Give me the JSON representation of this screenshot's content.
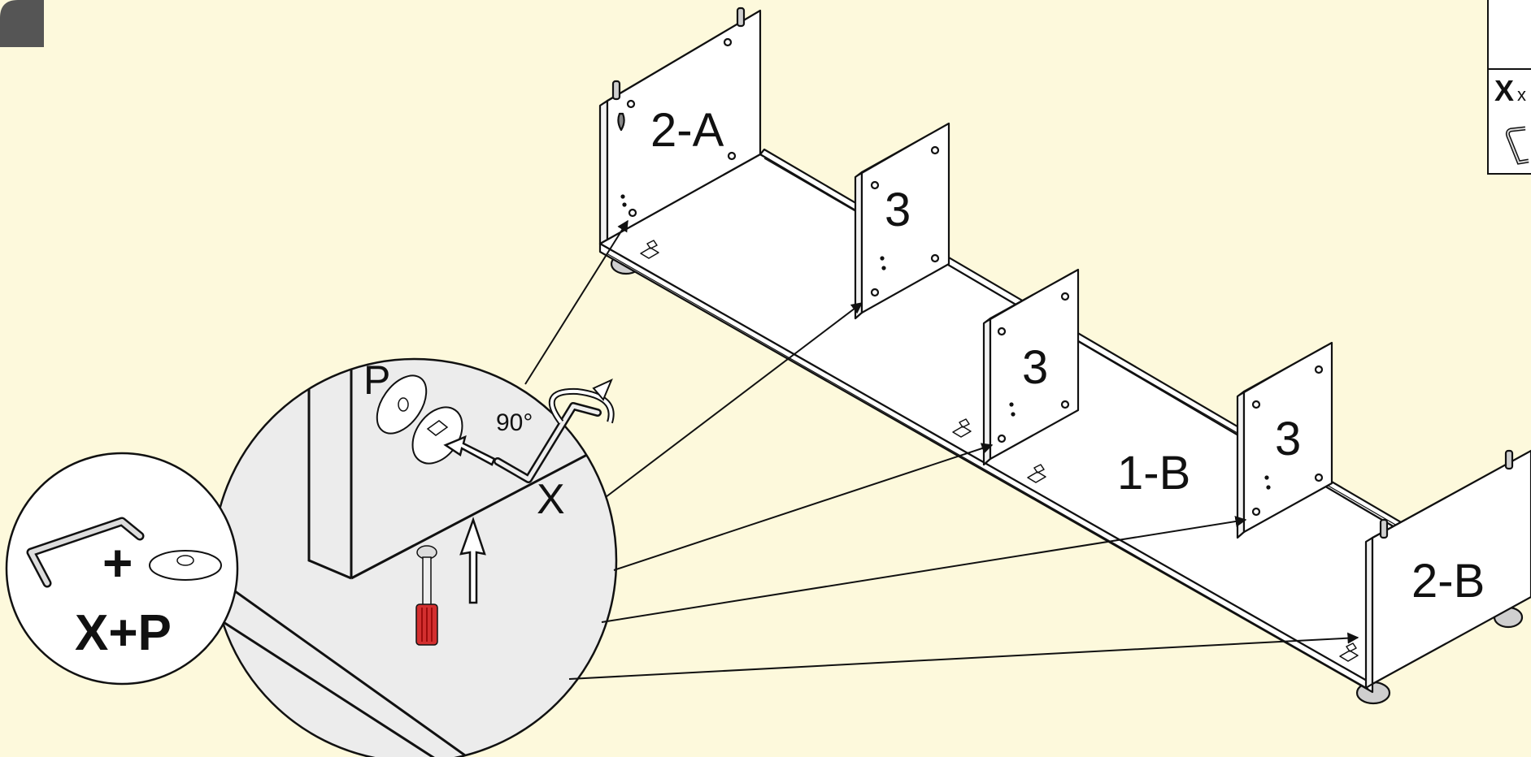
{
  "labels": {
    "panel_2a": "2-A",
    "panel_3a": "3",
    "panel_3b": "3",
    "panel_3c": "3",
    "panel_1b": "1-B",
    "panel_2b": "2-B",
    "detail_p": "P",
    "detail_x": "X",
    "angle": "90°",
    "combo": "X+P",
    "plus": "+",
    "legend_x": "X",
    "legend_x_suffix": "x"
  },
  "colors": {
    "background": "#fdf9dc",
    "panel": "#ffffff",
    "lens": "#ececec",
    "ink": "#111111",
    "screwdriver_handle": "#d32f2f"
  },
  "icons": [
    "allen-key-icon",
    "cam-lock-icon",
    "screwdriver-icon",
    "rotate-arrow-icon"
  ]
}
